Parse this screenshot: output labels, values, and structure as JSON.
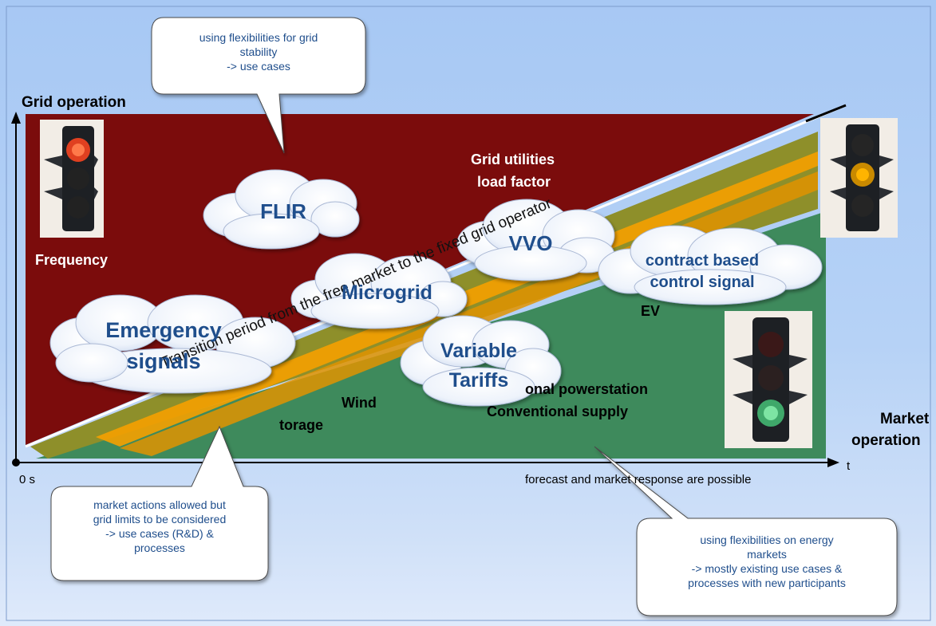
{
  "axes": {
    "y_label": "Grid operation",
    "x_label_line1": "Market",
    "x_label_line2": "operation",
    "origin_label": "0 s",
    "t_label": "t"
  },
  "regions": {
    "top_left_label": "Frequency",
    "top_right_label_line1": "Grid utilities",
    "top_right_label_line2": "load factor",
    "transition_band": "Transition period from the free market to the fixed grid operator",
    "bottom_labels": {
      "storage": "torage",
      "wind": "Wind",
      "ev": "EV",
      "powerstation": "onal powerstation",
      "conventional": "Conventional supply",
      "forecast": "forecast and market response are possible"
    }
  },
  "clouds": {
    "flir": "FLIR",
    "vvo": "VVO",
    "microgrid": "Microgrid",
    "emergency_line1": "Emergency",
    "emergency_line2": "signals",
    "variable_line1": "Variable",
    "variable_line2": "Tariffs",
    "contract_line1": "contract based",
    "contract_line2": "control signal"
  },
  "callouts": {
    "top": [
      "using flexibilities for grid",
      "stability",
      "-> use cases"
    ],
    "bottom_left": [
      "market actions allowed but",
      "grid limits to be considered",
      "-> use cases (R&D) &",
      "processes"
    ],
    "bottom_right": [
      "using flexibilities on energy",
      "markets",
      "-> mostly existing use cases &",
      "processes with new participants"
    ]
  },
  "traffic_lights": [
    {
      "name": "red",
      "lit": "red"
    },
    {
      "name": "yellow",
      "lit": "yellow"
    },
    {
      "name": "green",
      "lit": "green"
    }
  ],
  "colors": {
    "grid_region": "#7b0c0c",
    "market_region": "#3e8a5c",
    "band_orange": "#f5a000",
    "band_olive": "#8d8f2a",
    "text_blue": "#1f4e8c"
  }
}
